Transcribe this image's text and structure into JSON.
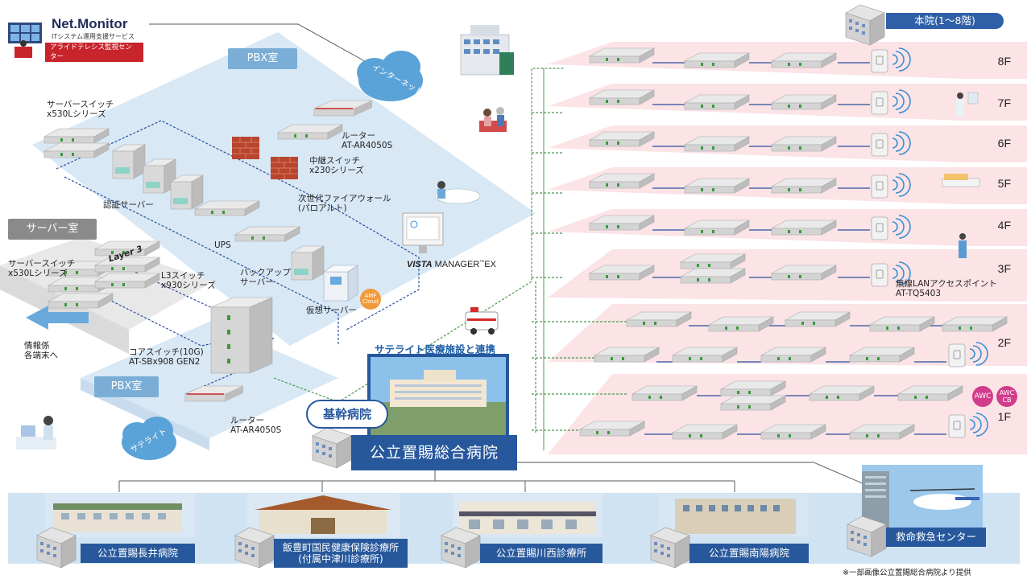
{
  "logo": {
    "brand": "Net.Monitor",
    "tagline": "ITシステム運用支援サービス",
    "band": "アライドテレシス監視センター"
  },
  "rooms": {
    "pbx_top": "PBX室",
    "pbx_bottom": "PBX室",
    "server_room": "サーバー室"
  },
  "cloud": {
    "internet": "インターネット",
    "satellite": "サテライト"
  },
  "devices": {
    "server_switch_top": "サーバースイッチ\nx530Lシリーズ",
    "router_top": "ルーター\nAT-AR4050S",
    "relay_switch": "中継スイッチ\nx230シリーズ",
    "firewall": "次世代ファイアウォール\n(パロアルト)",
    "auth_server": "認証サーバー",
    "ups": "UPS",
    "backup_server": "バックアップ\nサーバー",
    "virtual_server": "仮想サーバー",
    "amf_cloud": "AMF\nCloud",
    "vista_manager_bold": "VISTA",
    "vista_manager_rest": "MANAGER",
    "vista_manager_tm": "™",
    "vista_manager_ex": "EX",
    "server_switch_left": "サーバースイッチ\nx530Lシリーズ",
    "layer3": "Layer 3",
    "l3_switch": "L3スイッチ\nx930シリーズ",
    "info_terminals": "情報係\n各端末へ",
    "core_switch": "コアスイッチ(10G)\nAT-SBx908 GEN2",
    "router_bottom": "ルーター\nAT-AR4050S",
    "wireless_ap": "無線LANアクセスポイント\nAT-TQ5403"
  },
  "building": {
    "title": "本院(1〜8階)",
    "floors": [
      "8F",
      "7F",
      "6F",
      "5F",
      "4F",
      "3F",
      "2F",
      "1F"
    ],
    "awc": "AWC",
    "awc_cb": "AWC\nCB"
  },
  "satellite_title": "サテライト医療施設と連携",
  "hospital": {
    "core_badge": "基幹病院",
    "name": "公立置賜総合病院"
  },
  "branches": [
    {
      "name": "公立置賜長井病院"
    },
    {
      "name": "飯豊町国民健康保険診療所\n(付属中津川診療所)"
    },
    {
      "name": "公立置賜川西診療所"
    },
    {
      "name": "公立置賜南陽病院"
    },
    {
      "name": "救命救急センター"
    }
  ],
  "credit": "※一部画像公立置賜総合病院より提供",
  "colors": {
    "accent_blue": "#27589c",
    "light_blue_floor": "#cfe3f3",
    "pink_floor": "#fbe3e6",
    "brand_red": "#c7242c",
    "green_line": "#4c9a4c",
    "blue_line": "#2a4f9c"
  }
}
